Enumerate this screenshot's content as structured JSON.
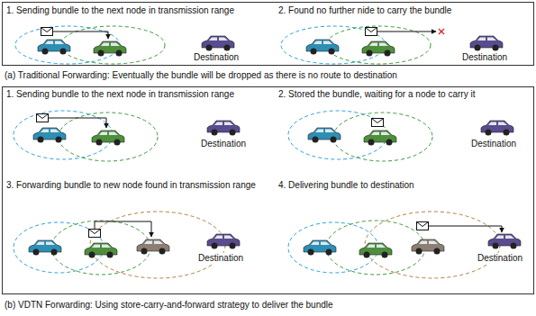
{
  "diagram": {
    "nodes": [
      {
        "text": [
          "1. Sending bundle to the next node in transmission range",
          "2. Found no further nide to carry the bundle"
        ]
      },
      {
        "text": [
          "1. Sending bundle to the next node in transmission range",
          "2. Stored the bundle, waiting for a node to carry it",
          "3. Forwarding bundle to new node found in transmission range",
          "4. Delivering bundle to destination"
        ]
      }
    ],
    "labels": [
      "Destination",
      "Destination",
      "(a) Traditional Forwarding: Eventually the bundle will be dropped as there is no route to destination",
      "Destination",
      "Destination",
      "Destination",
      "Destination",
      "(b) VDTN Forwarding: Using store-carry-and-forward strategy to deliver the bundle"
    ]
  }
}
